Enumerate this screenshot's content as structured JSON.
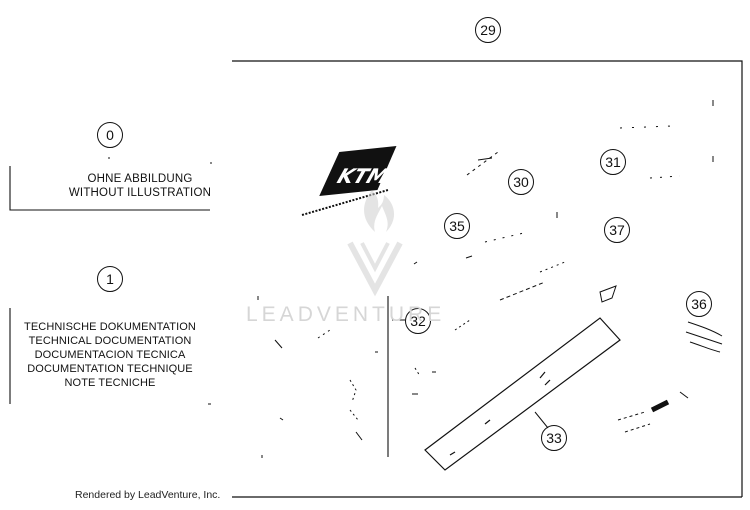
{
  "callouts": {
    "c0": "0",
    "c1": "1",
    "c29": "29",
    "c30": "30",
    "c31": "31",
    "c32": "32",
    "c33": "33",
    "c35": "35",
    "c36": "36",
    "c37": "37"
  },
  "note_without_illustration": {
    "line1": "OHNE ABBILDUNG",
    "line2": "WITHOUT ILLUSTRATION"
  },
  "technical_documentation": {
    "line1": "TECHNISCHE DOKUMENTATION",
    "line2": "TECHNICAL DOCUMENTATION",
    "line3": "DOCUMENTACION TECNICA",
    "line4": "DOCUMENTATION TECHNIQUE",
    "line5": "NOTE TECNICHE"
  },
  "watermark": "LEADVENTURE",
  "credit": "Rendered by LeadVenture, Inc.",
  "colors": {
    "line": "#111111",
    "watermark": "#d8d8d8"
  }
}
